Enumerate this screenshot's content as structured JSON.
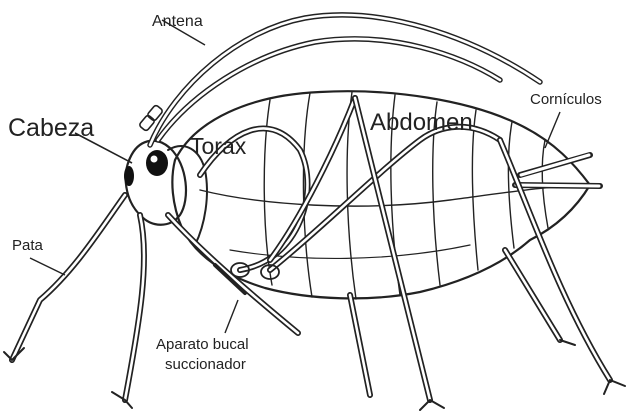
{
  "labels": {
    "antena": "Antena",
    "cabeza": "Cabeza",
    "torax": "Torax",
    "abdomen": "Abdomen",
    "corniculos": "Cornículos",
    "pata": "Pata",
    "aparato_line1": "Aparato bucal",
    "aparato_line2": "succionador"
  },
  "colors": {
    "ink": "#222222",
    "body_fill": "#f2f2f2",
    "background": "#ffffff"
  }
}
